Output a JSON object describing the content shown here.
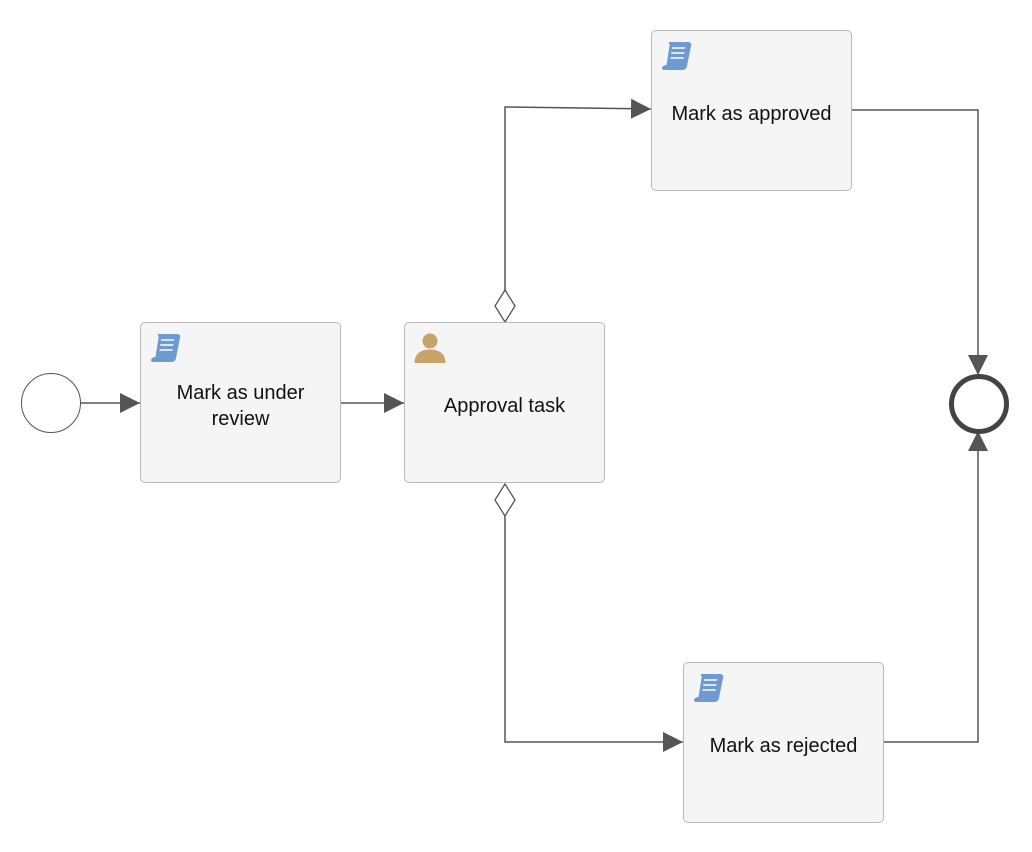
{
  "diagram": {
    "start_event": {
      "type": "start-event"
    },
    "end_event": {
      "type": "end-event"
    },
    "tasks": [
      {
        "id": "under_review",
        "label": "Mark as under review",
        "kind": "script-task",
        "icon": "script-icon"
      },
      {
        "id": "approval",
        "label": "Approval task",
        "kind": "user-task",
        "icon": "user-icon"
      },
      {
        "id": "approved",
        "label": "Mark as approved",
        "kind": "script-task",
        "icon": "script-icon"
      },
      {
        "id": "rejected",
        "label": "Mark as rejected",
        "kind": "script-task",
        "icon": "script-icon"
      }
    ],
    "flows": [
      {
        "from": "start",
        "to": "under_review",
        "conditional": false
      },
      {
        "from": "under_review",
        "to": "approval",
        "conditional": false
      },
      {
        "from": "approval",
        "to": "approved",
        "conditional": true
      },
      {
        "from": "approval",
        "to": "rejected",
        "conditional": true
      },
      {
        "from": "approved",
        "to": "end",
        "conditional": false
      },
      {
        "from": "rejected",
        "to": "end",
        "conditional": false
      }
    ],
    "colors": {
      "task_fill": "#f5f5f5",
      "task_border": "#b9b9b9",
      "flow_line": "#555555",
      "script_icon": "#6d9bd1",
      "user_icon": "#c9a468",
      "end_event_border": "#444444"
    }
  }
}
